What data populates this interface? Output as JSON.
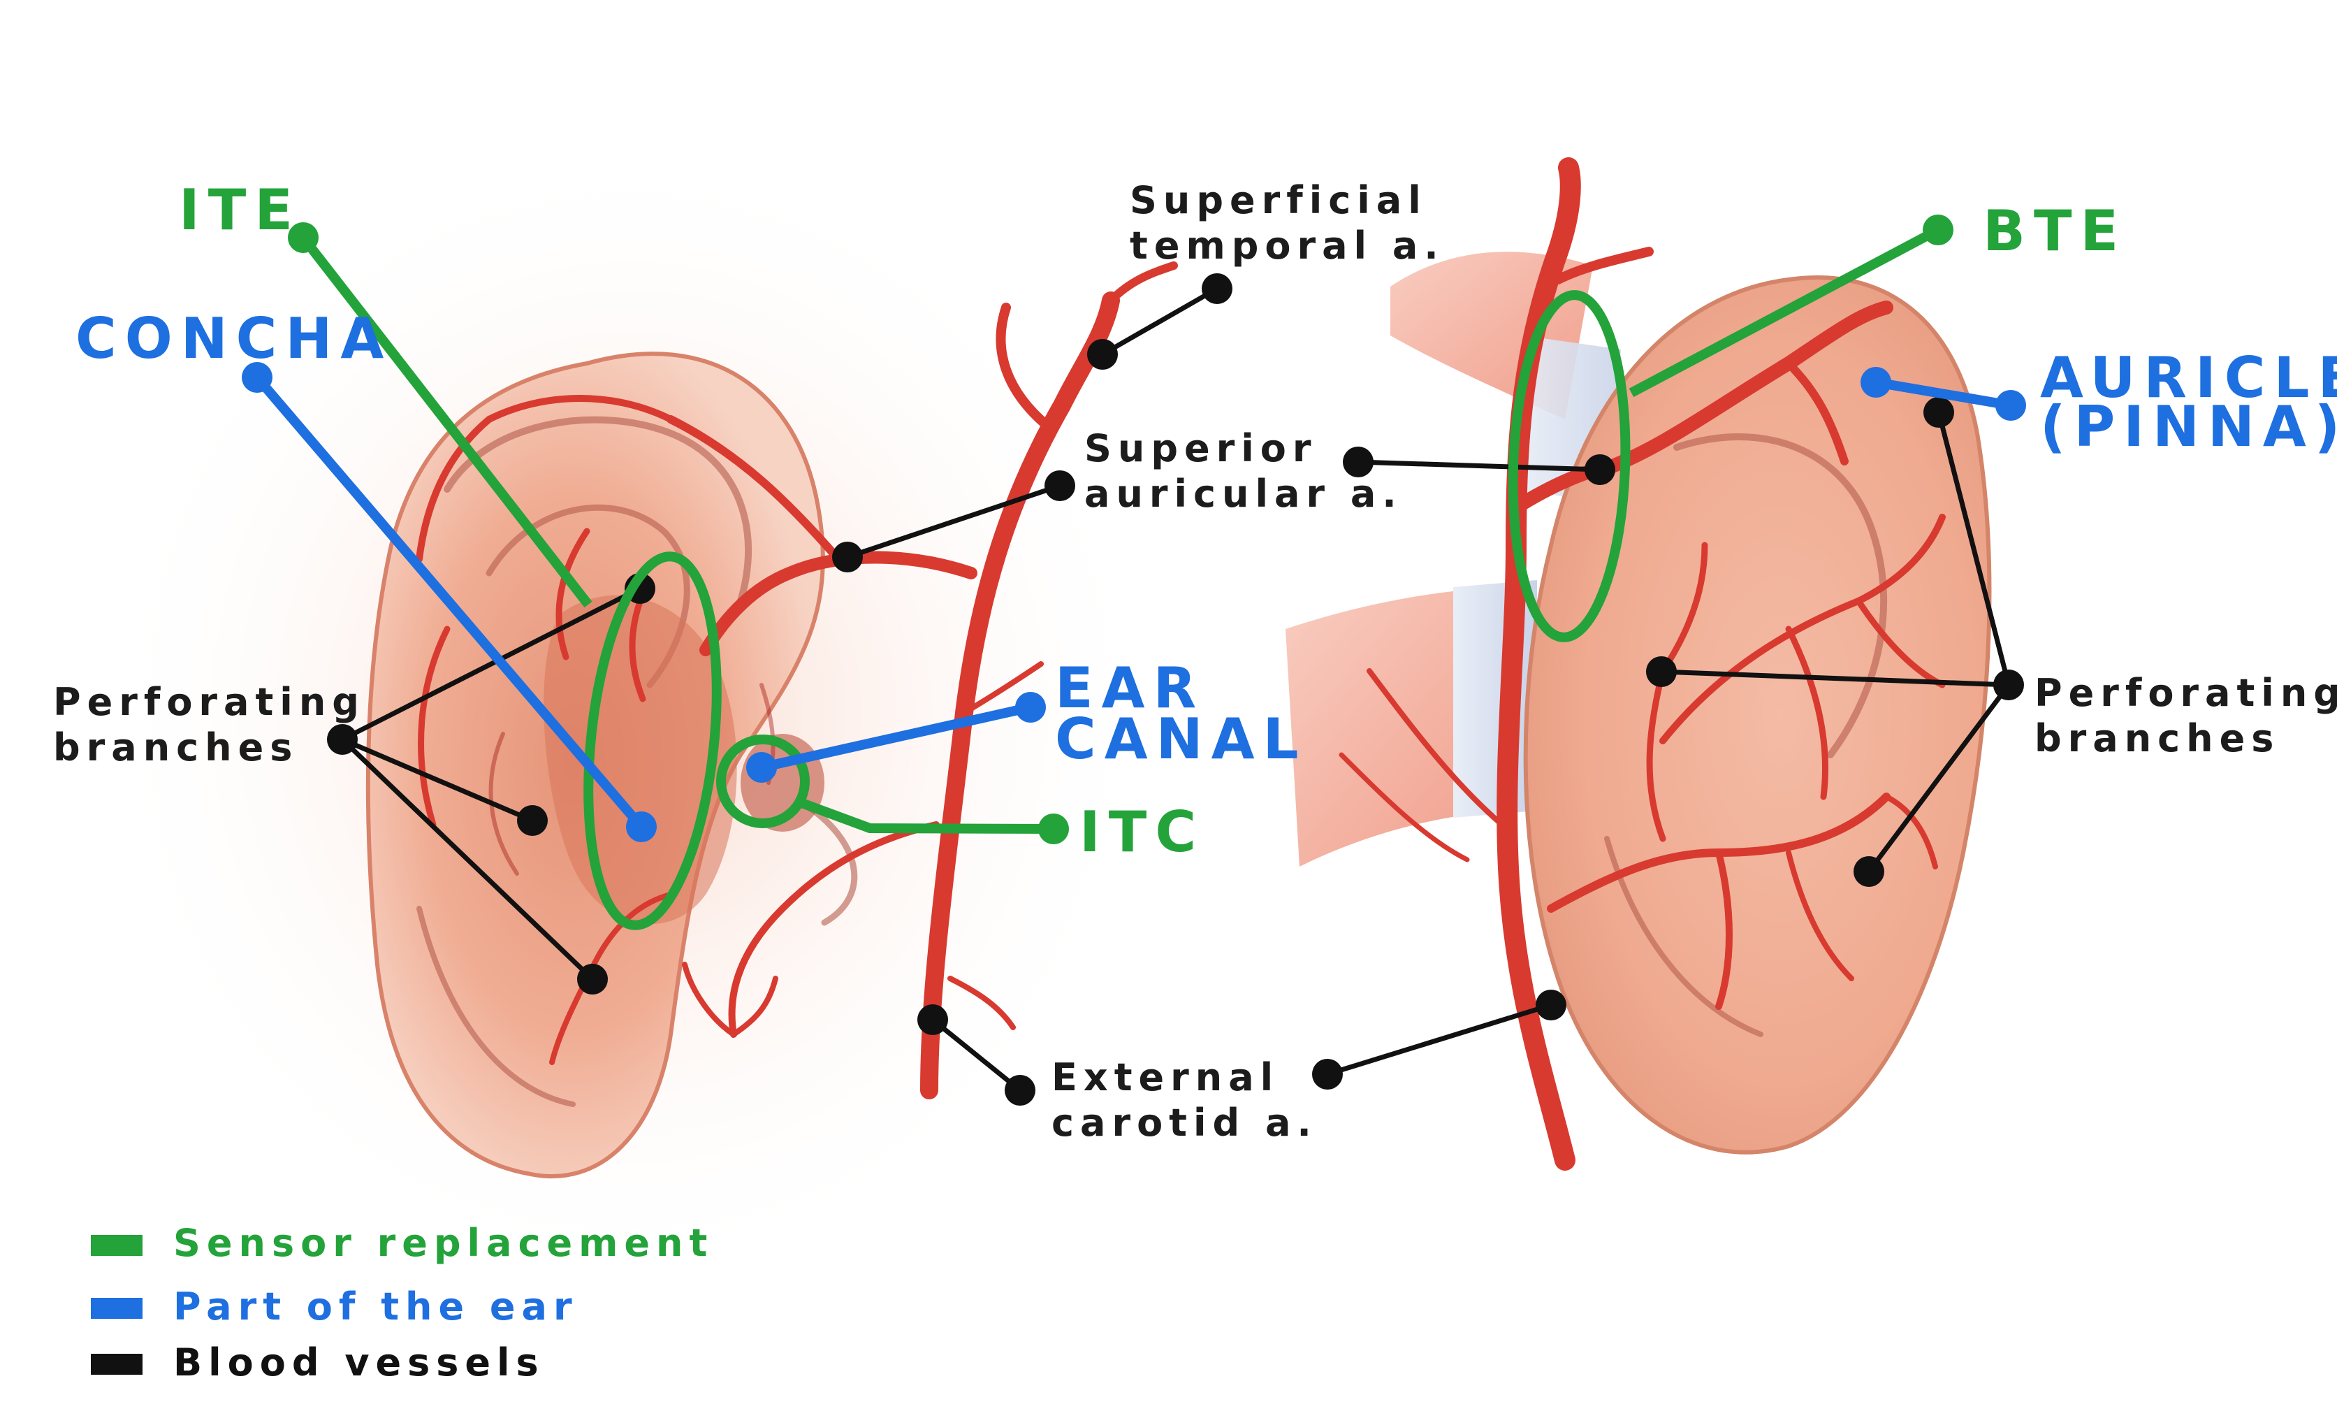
{
  "colors": {
    "sensor": "#23a33a",
    "ear_part": "#1e6fe0",
    "vessel_line": "#111111",
    "artery": "#d83a30",
    "skin": "#f2b39c"
  },
  "labels": {
    "superficial_temporal_1": "Superficial",
    "superficial_temporal_2": "temporal a.",
    "superior_auricular_1": "Superior",
    "superior_auricular_2": "auricular a.",
    "perforating_left_1": "Perforating",
    "perforating_left_2": "branches",
    "perforating_right_1": "Perforating",
    "perforating_right_2": "branches",
    "external_carotid_1": "External",
    "external_carotid_2": "carotid a.",
    "ite": "ITE",
    "concha": "CONCHA",
    "ear_canal_1": "EAR",
    "ear_canal_2": "CANAL",
    "itc": "ITC",
    "bte": "BTE",
    "auricle_1": "AURICLE",
    "auricle_2": "(PINNA)"
  },
  "legend": {
    "sensor": "Sensor replacement",
    "ear_part": "Part of the ear",
    "vessels": "Blood vessels"
  }
}
